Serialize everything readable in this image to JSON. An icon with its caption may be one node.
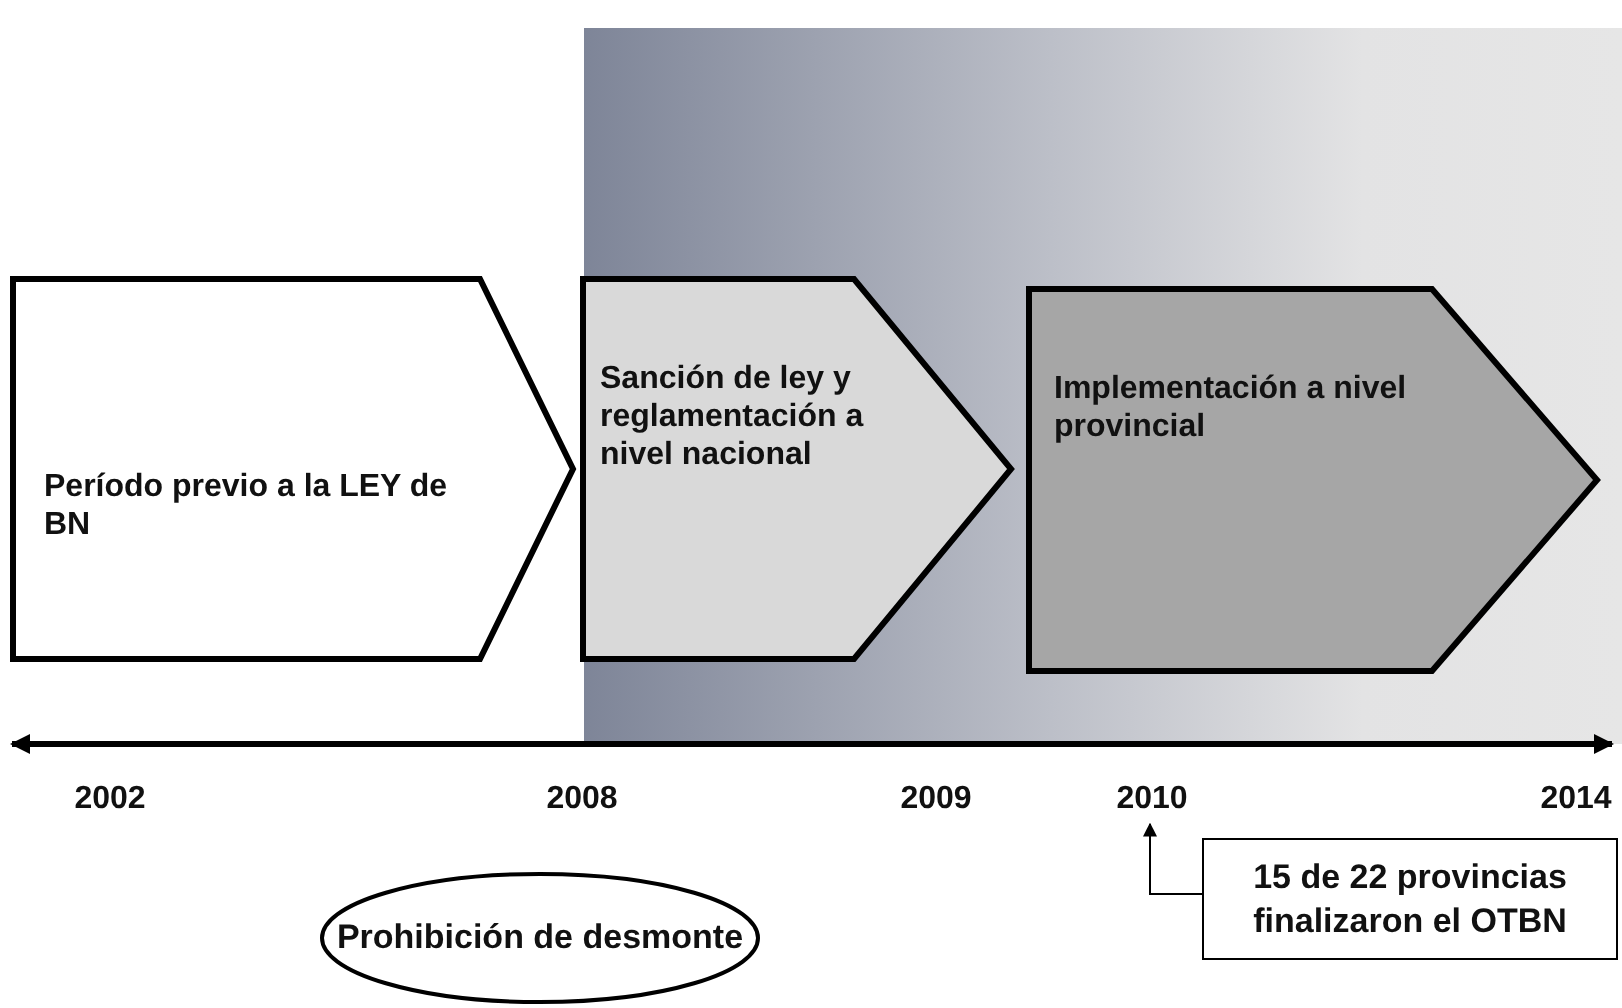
{
  "diagram": {
    "nodes": [
      {
        "text": [
          "Período previo a la LEY de BN"
        ]
      },
      {
        "text": [
          "Sanción de ley y reglamentación a nivel nacional"
        ]
      },
      {
        "text": [
          "Implementación a nivel provincial"
        ]
      },
      {
        "text": [
          "2010"
        ]
      },
      {
        "text": [
          "Prohibición de desmonte"
        ]
      },
      {
        "text": [
          "15 de 22 provincias finalizaron el OTBN"
        ]
      }
    ],
    "edges": [
      {
        "from": 5,
        "to": 3,
        "arrow": "to"
      }
    ],
    "labels": [
      "2002",
      "2008",
      "2009",
      "2014"
    ]
  }
}
